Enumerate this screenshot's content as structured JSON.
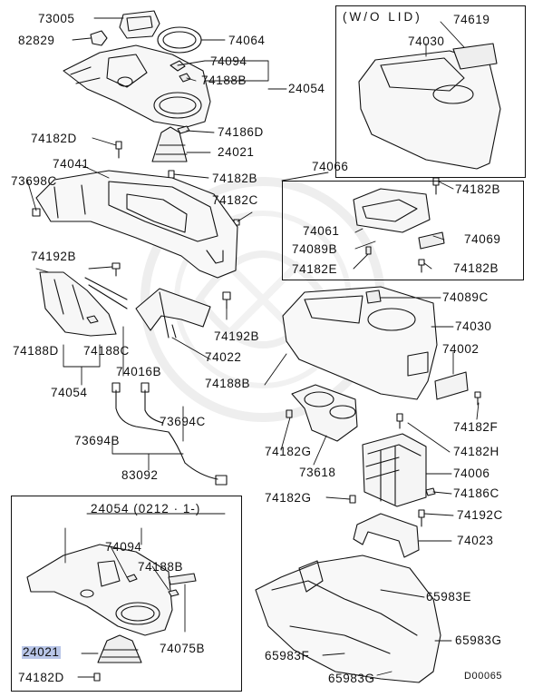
{
  "diagram_id": "D00065",
  "inset_top_title": "(W/O LID)",
  "inset_bottom_title": "24054 (0212 · 1-)",
  "highlight_color": "#b9c6e8",
  "labels": {
    "p73005": "73005",
    "p82829": "82829",
    "p74064": "74064",
    "p74094": "74094",
    "p74188B_top": "74188B",
    "p24054": "24054",
    "p74182D_a": "74182D",
    "p74186D": "74186D",
    "p24021_top": "24021",
    "p74041": "74041",
    "p74182B_a": "74182B",
    "p73698C": "73698C",
    "p74182C": "74182C",
    "p74192B_a": "74192B",
    "p74188D": "74188D",
    "p74188C": "74188C",
    "p74016B": "74016B",
    "p74054": "74054",
    "p74192B_b": "74192B",
    "p74022": "74022",
    "p73694C": "73694C",
    "p73694B": "73694B",
    "p83092": "83092",
    "p74619": "74619",
    "p74030_top": "74030",
    "p74066": "74066",
    "p74182B_b": "74182B",
    "p74061": "74061",
    "p74069": "74069",
    "p74089B": "74089B",
    "p74182E": "74182E",
    "p74182B_c": "74182B",
    "p74089C": "74089C",
    "p74030_mid": "74030",
    "p74002": "74002",
    "p74188B_mid": "74188B",
    "p74182F": "74182F",
    "p74182G_a": "74182G",
    "p74182H": "74182H",
    "p73618": "73618",
    "p74006": "74006",
    "p74182G_b": "74182G",
    "p74186C": "74186C",
    "p74192C": "74192C",
    "p74023": "74023",
    "p65983E": "65983E",
    "p65983G_a": "65983G",
    "p65983F": "65983F",
    "p65983G_b": "65983G",
    "p74094_b": "74094",
    "p74188B_b": "74188B",
    "p74075B": "74075B",
    "p24021_b": "24021",
    "p74182D_b": "74182D"
  }
}
